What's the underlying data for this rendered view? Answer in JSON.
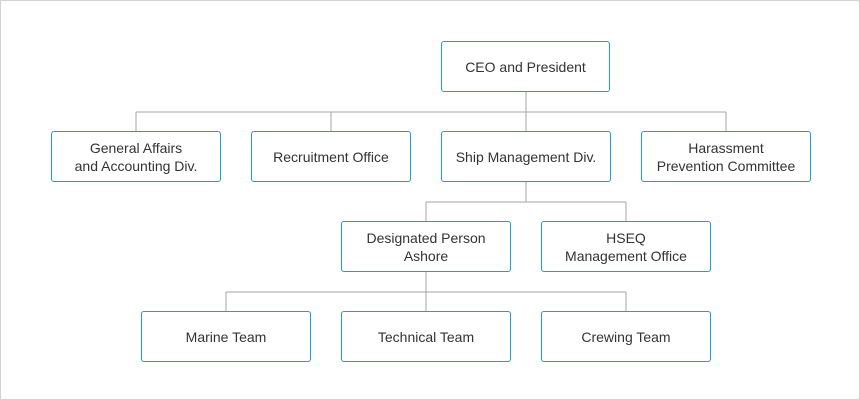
{
  "org_chart": {
    "ceo": {
      "line1": "CEO and President"
    },
    "general_affairs": {
      "line1": "General Affairs",
      "line2": "and Accounting Div."
    },
    "recruitment": {
      "line1": "Recruitment Office"
    },
    "ship_management": {
      "line1": "Ship Management Div."
    },
    "harassment": {
      "line1": "Harassment",
      "line2": "Prevention Committee"
    },
    "designated_person": {
      "line1": "Designated Person",
      "line2": "Ashore"
    },
    "hseq": {
      "line1": "HSEQ",
      "line2": "Management Office"
    },
    "marine_team": {
      "line1": "Marine Team"
    },
    "technical_team": {
      "line1": "Technical Team"
    },
    "crewing_team": {
      "line1": "Crewing Team"
    }
  },
  "colors": {
    "box_border": "#1d9fc6",
    "connector": "#a6a6a6",
    "text": "#333333"
  }
}
